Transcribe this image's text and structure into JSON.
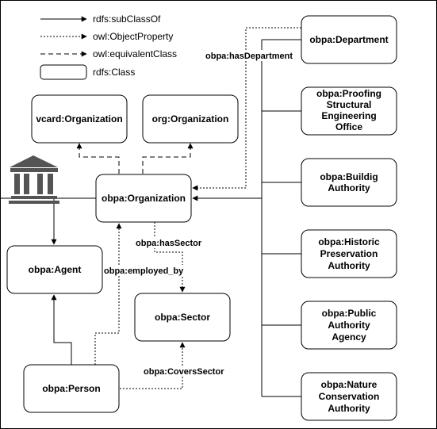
{
  "legend": {
    "subclass": "rdfs:subClassOf",
    "objectProperty": "owl:ObjectProperty",
    "equivalentClass": "owl:equivalentClass",
    "rdfsClass": "rdfs:Class"
  },
  "nodes": {
    "vcard_org": "vcard:Organization",
    "org_org": "org:Organization",
    "obpa_org": "obpa:Organization",
    "agent": "obpa:Agent",
    "sector": "obpa:Sector",
    "person": "obpa:Person",
    "department": "obpa:Department",
    "proofing": [
      "obpa:Proofing",
      "Structural",
      "Engineering",
      "Office"
    ],
    "building": [
      "obpa:Buildig",
      "Authority"
    ],
    "historic": [
      "obpa:Historic",
      "Preservation",
      "Authority"
    ],
    "public": [
      "obpa:Public",
      "Authority",
      "Agency"
    ],
    "nature": [
      "obpa:Nature",
      "Conservation",
      "Authority"
    ]
  },
  "edge_labels": {
    "hasDepartment": "obpa:hasDepartment",
    "hasSector": "obpa:hasSector",
    "employedBy": "obpa:employed_by",
    "coversSector": "obpa:CoversSector"
  },
  "icons": {
    "building": "institution-building-icon"
  }
}
